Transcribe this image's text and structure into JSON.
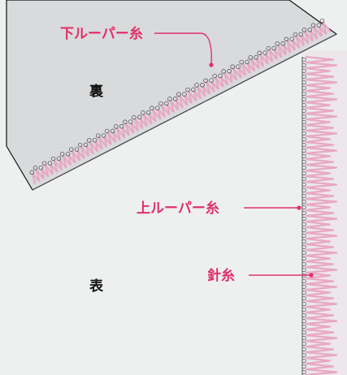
{
  "labels": {
    "lower_looper_thread": "下ルーパー糸",
    "upper_looper_thread": "上ルーパー糸",
    "needle_thread": "針糸",
    "back_side": "裏",
    "front_side": "表"
  },
  "colors": {
    "accent": "#e0306c",
    "stitch_pink": "#e8a8c4",
    "back_fabric": "#d9dadb",
    "front_fabric": "#eef0f0",
    "outline": "#111111"
  }
}
